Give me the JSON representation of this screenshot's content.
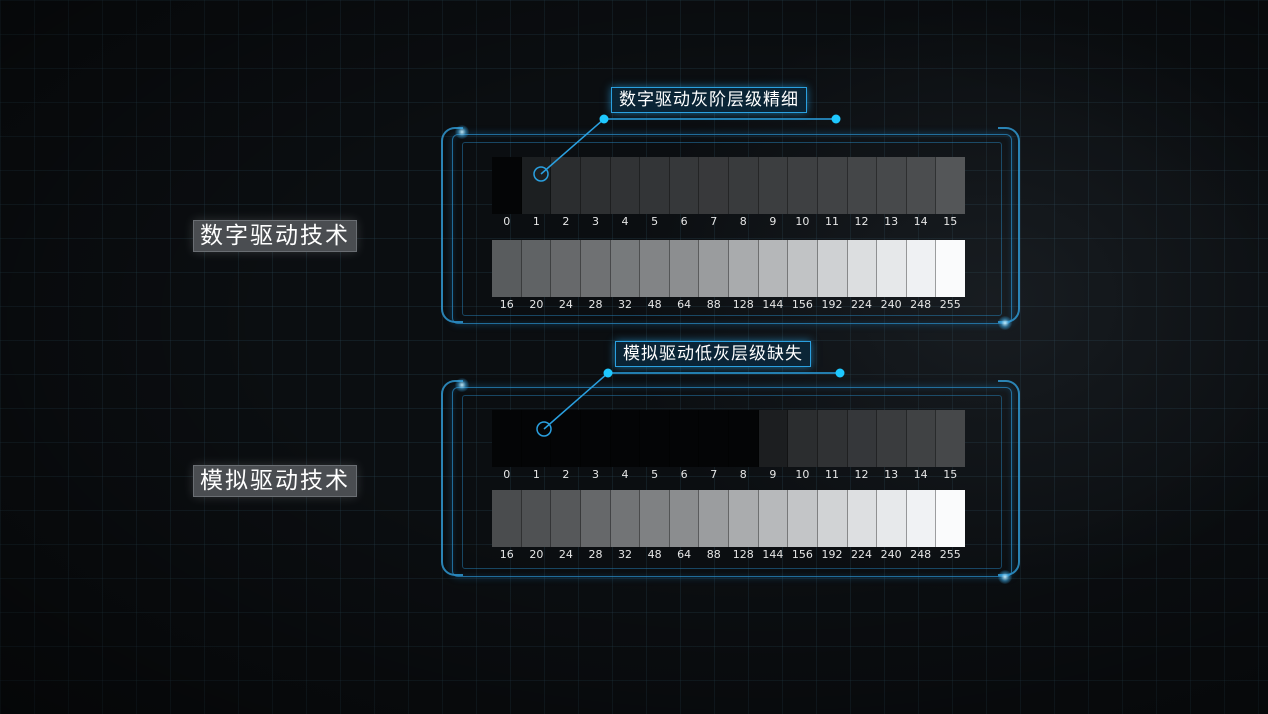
{
  "sections": [
    {
      "label": "数字驱动技术",
      "callout": "数字驱动灰阶层级精细",
      "top_row": {
        "ticks": [
          "0",
          "1",
          "2",
          "3",
          "4",
          "5",
          "6",
          "7",
          "8",
          "9",
          "10",
          "11",
          "12",
          "13",
          "14",
          "15"
        ],
        "colors": [
          "#040506",
          "#1c1f21",
          "#2b2d2f",
          "#2e3032",
          "#313335",
          "#333537",
          "#36383a",
          "#38393b",
          "#393b3d",
          "#3c3e40",
          "#3e4042",
          "#414345",
          "#444648",
          "#47494b",
          "#4b4d4f",
          "#545658"
        ]
      },
      "bottom_row": {
        "ticks": [
          "16",
          "20",
          "24",
          "28",
          "32",
          "48",
          "64",
          "88",
          "128",
          "144",
          "156",
          "192",
          "224",
          "240",
          "248",
          "255"
        ],
        "colors": [
          "#595c5e",
          "#606365",
          "#67696b",
          "#6f7173",
          "#777a7c",
          "#828486",
          "#8c8e90",
          "#9a9c9e",
          "#a9abad",
          "#b5b7b9",
          "#c1c3c5",
          "#cfd1d3",
          "#dcdee0",
          "#e6e8ea",
          "#eff1f3",
          "#fafbfc"
        ]
      }
    },
    {
      "label": "模拟驱动技术",
      "callout": "模拟驱动低灰层级缺失",
      "top_row": {
        "ticks": [
          "0",
          "1",
          "2",
          "3",
          "4",
          "5",
          "6",
          "7",
          "8",
          "9",
          "10",
          "11",
          "12",
          "13",
          "14",
          "15"
        ],
        "colors": [
          "#040506",
          "#040506",
          "#040506",
          "#040506",
          "#040506",
          "#040506",
          "#040506",
          "#040506",
          "#040506",
          "#1c1e20",
          "#2b2d2f",
          "#303234",
          "#35373a",
          "#3a3c3e",
          "#404244",
          "#46484a"
        ]
      },
      "bottom_row": {
        "ticks": [
          "16",
          "20",
          "24",
          "28",
          "32",
          "48",
          "64",
          "88",
          "128",
          "144",
          "156",
          "192",
          "224",
          "240",
          "248",
          "255"
        ],
        "colors": [
          "#4a4c4e",
          "#4f5153",
          "#56585a",
          "#66686a",
          "#727476",
          "#7f8183",
          "#8b8d8f",
          "#9b9d9f",
          "#aaacae",
          "#b7b9bb",
          "#c3c5c7",
          "#d1d3d5",
          "#dddfe1",
          "#e7e9eb",
          "#f0f2f4",
          "#fafbfc"
        ]
      }
    }
  ],
  "colors": {
    "accent": "#2aa0e0",
    "label_bg": "#4a4d51",
    "background": "#0b0e11"
  }
}
